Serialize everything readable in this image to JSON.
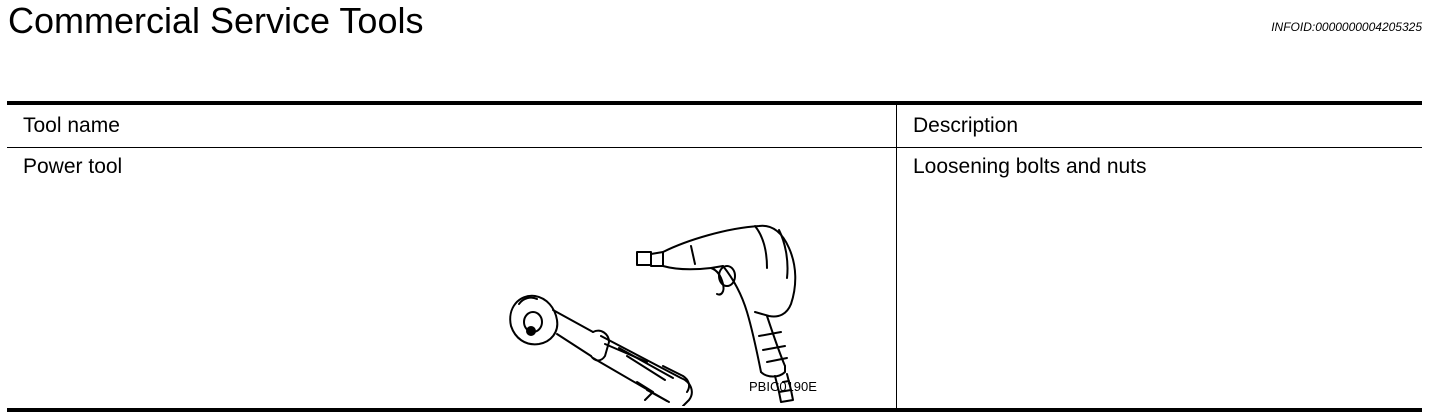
{
  "header": {
    "title": "Commercial Service Tools",
    "info_id": "INFOID:0000000004205325"
  },
  "table": {
    "columns": [
      "Tool name",
      "Description"
    ],
    "rows": [
      {
        "tool_name": "Power tool",
        "description": "Loosening bolts and nuts",
        "figure": {
          "code": "PBIC0190E",
          "icons": [
            "ratchet-wrench-icon",
            "impact-wrench-icon"
          ]
        }
      }
    ]
  }
}
